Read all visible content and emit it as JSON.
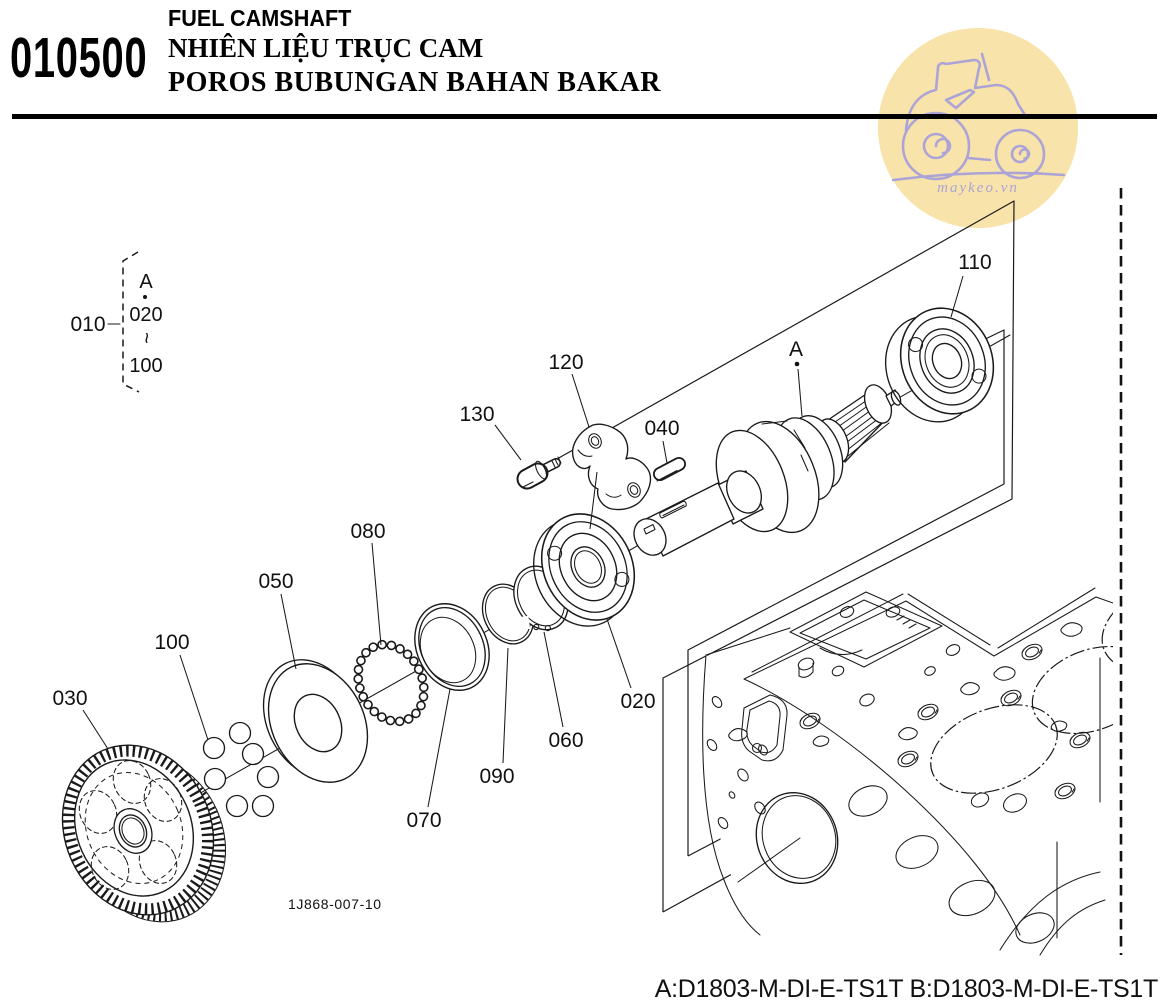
{
  "header": {
    "section_code": "010500",
    "title_line1": "FUEL CAMSHAFT",
    "title_line2": "NHIÊN LIỆU TRỤC CAM",
    "title_line3": "POROS BUBUNGAN BAHAN BAKAR"
  },
  "watermark": {
    "site": "maykeo.vn",
    "circle_color": "#F8E3AA",
    "art_color": "#ACA4D6"
  },
  "legend": {
    "group": "010",
    "letter": "A",
    "from": "020",
    "tilde": "~",
    "to": "100"
  },
  "ref_marker": "A",
  "callouts": [
    {
      "label": "110"
    },
    {
      "label": "120"
    },
    {
      "label": "130"
    },
    {
      "label": "040"
    },
    {
      "label": "080"
    },
    {
      "label": "050"
    },
    {
      "label": "100"
    },
    {
      "label": "030"
    },
    {
      "label": "020"
    },
    {
      "label": "060"
    },
    {
      "label": "090"
    },
    {
      "label": "070"
    }
  ],
  "drawing_code": "1J868-007-10",
  "footer": {
    "models": "A:D1803-M-DI-E-TS1T B:D1803-M-DI-E-TS1T"
  },
  "line_color": "#1a1a1a"
}
